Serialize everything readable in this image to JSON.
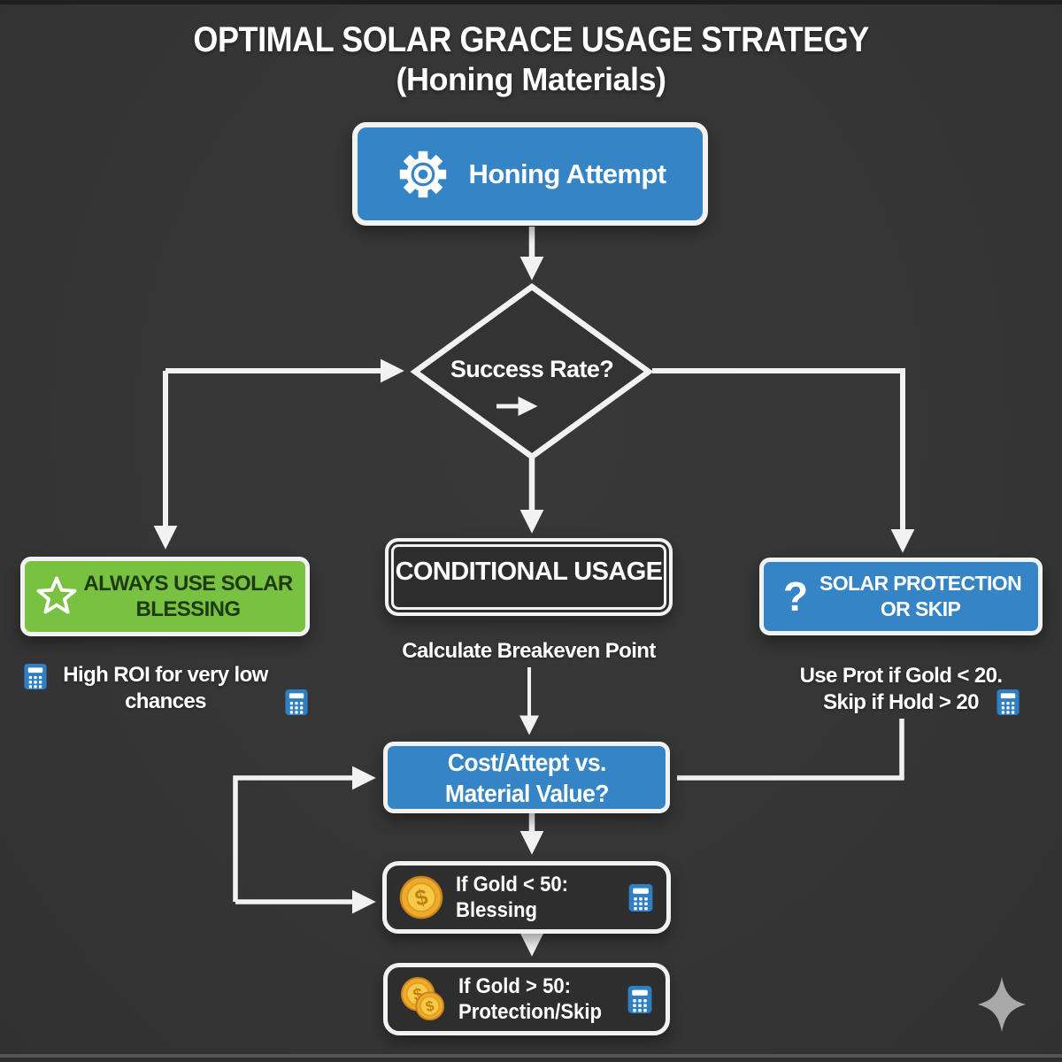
{
  "title": {
    "line1": "OPTIMAL SOLAR GRACE USAGE STRATEGY",
    "line2": "(Honing Materials)"
  },
  "flow": {
    "honing": {
      "label": "Honing Attempt"
    },
    "success": {
      "label": "Success Rate?"
    },
    "blessing": {
      "label": "ALWAYS USE SOLAR BLESSING",
      "caption": "High ROI for very low chances"
    },
    "conditional": {
      "label": "CONDITIONAL USAGE",
      "caption": "Calculate Breakeven Point"
    },
    "protection": {
      "glyph": "?",
      "label": "SOLAR PROTECTION OR SKIP",
      "caption_line1": "Use Prot if Gold < 20.",
      "caption_line2": "Skip if Hold > 20"
    },
    "cost": {
      "line1": "Cost/Attept vs.",
      "line2": "Material Value?"
    },
    "gold_low": {
      "line1": "If Gold < 50:",
      "line2": "Blessing"
    },
    "gold_high": {
      "line1": "If Gold > 50:",
      "line2": "Protection/Skip"
    }
  },
  "icons": {
    "honing": "gear-icon",
    "blessing": "star-icon",
    "protection": "question-icon",
    "calculator": "calculator-icon",
    "gold": "coin-icon",
    "decoration": "sparkle-icon",
    "coin_symbol": "$"
  },
  "colors": {
    "background": "#353535",
    "node_blue": "#3584c6",
    "node_green": "#79c140",
    "green_text": "#1d3a12",
    "dark_node": "#2d2d2d",
    "line_white": "#f2f2f2",
    "calculator_blue": "#2e7fc4",
    "coin_gold": "#f0b429",
    "sparkle_gray": "#a9a9a9"
  }
}
